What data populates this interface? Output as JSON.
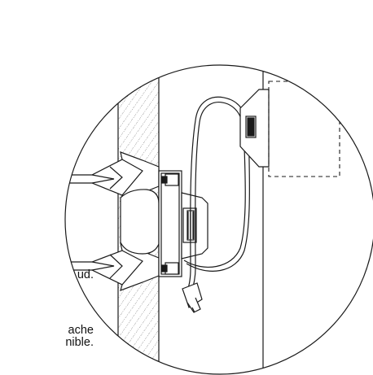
{
  "captions": {
    "line1": "ud.",
    "line2a": "ache",
    "line2b": "nible."
  },
  "colors": {
    "stroke": "#1a1a1a",
    "hatch": "#555555",
    "background": "#ffffff"
  }
}
